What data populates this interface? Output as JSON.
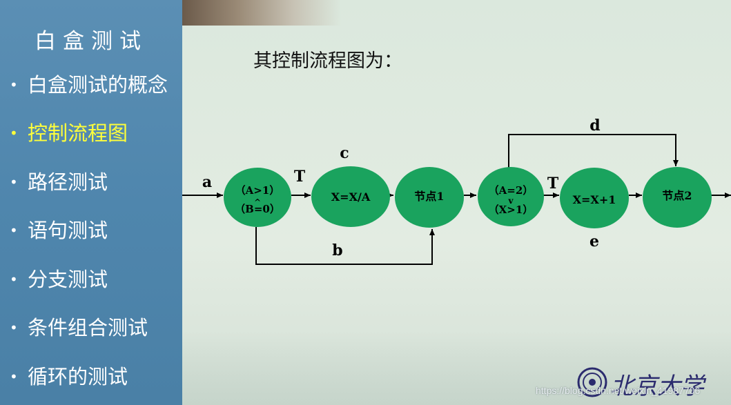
{
  "sidebar": {
    "title": "白盒测试",
    "items": [
      {
        "label": "白盒测试的概念",
        "active": false
      },
      {
        "label": "控制流程图",
        "active": true
      },
      {
        "label": "路径测试",
        "active": false
      },
      {
        "label": "语句测试",
        "active": false
      },
      {
        "label": "分支测试",
        "active": false
      },
      {
        "label": "条件组合测试",
        "active": false
      },
      {
        "label": "循环的测试",
        "active": false
      }
    ]
  },
  "main": {
    "heading": "其控制流程图为："
  },
  "diagram": {
    "nodes": {
      "cond1": [
        "（A>1）",
        "（B=0）"
      ],
      "assign1": "X=X/A",
      "node1": "节点1",
      "cond2": [
        "（A=2）",
        "（X>1）"
      ],
      "assign2": "X=X+1",
      "node2": "节点2"
    },
    "edge_labels": {
      "a": "a",
      "t1": "T",
      "c": "c",
      "b": "b",
      "t2": "T",
      "d": "d",
      "e": "e"
    },
    "colors": {
      "node_fill": "#1aa35e",
      "edge": "#000000"
    }
  },
  "footer": {
    "logo_text": "北京大学",
    "watermark": "https://blog.csdn.net/weixin_41987706"
  }
}
